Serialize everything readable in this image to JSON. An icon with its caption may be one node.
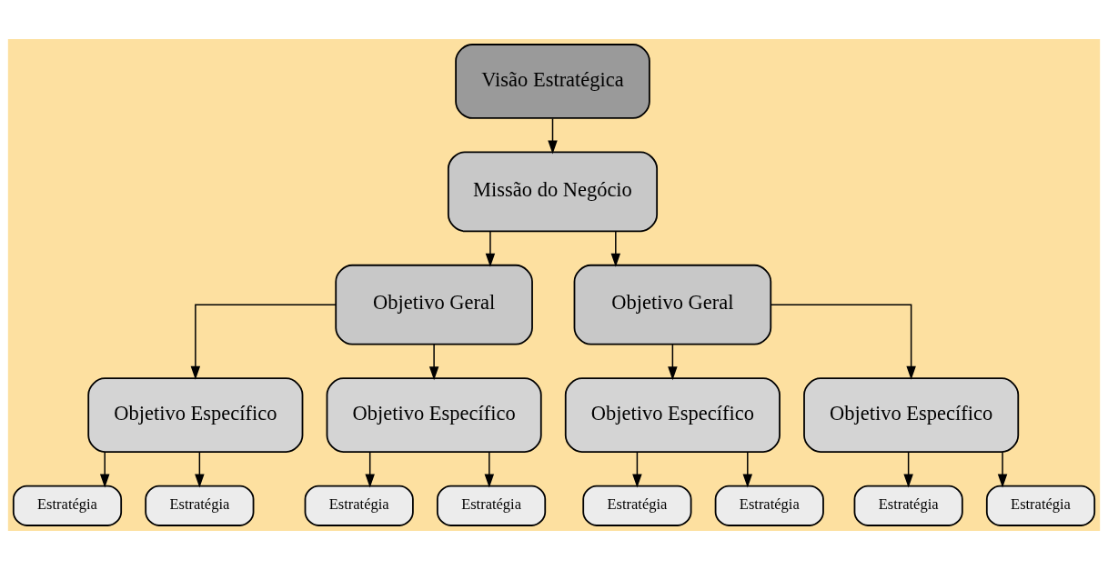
{
  "diagram": {
    "nodes": [
      {
        "text": [
          "Visão Estratégica"
        ]
      },
      {
        "text": [
          "Missão do Negócio"
        ]
      },
      {
        "text": [
          "Objetivo Geral"
        ]
      },
      {
        "text": [
          "Objetivo Geral"
        ]
      },
      {
        "text": [
          "Objetivo Específico"
        ]
      },
      {
        "text": [
          "Objetivo Específico"
        ]
      },
      {
        "text": [
          "Objetivo Específico"
        ]
      },
      {
        "text": [
          "Objetivo Específico"
        ]
      },
      {
        "text": [
          "Estratégia"
        ]
      },
      {
        "text": [
          "Estratégia"
        ]
      },
      {
        "text": [
          "Estratégia"
        ]
      },
      {
        "text": [
          "Estratégia"
        ]
      },
      {
        "text": [
          "Estratégia"
        ]
      },
      {
        "text": [
          "Estratégia"
        ]
      },
      {
        "text": [
          "Estratégia"
        ]
      },
      {
        "text": [
          "Estratégia"
        ]
      }
    ],
    "edges": [
      {
        "from": 0,
        "to": 1,
        "arrow": "to"
      },
      {
        "from": 1,
        "to": 2,
        "arrow": "to"
      },
      {
        "from": 1,
        "to": 3,
        "arrow": "to"
      },
      {
        "from": 2,
        "to": 4,
        "arrow": "to"
      },
      {
        "from": 2,
        "to": 5,
        "arrow": "to"
      },
      {
        "from": 3,
        "to": 6,
        "arrow": "to"
      },
      {
        "from": 3,
        "to": 7,
        "arrow": "to"
      },
      {
        "from": 4,
        "to": 8,
        "arrow": "to"
      },
      {
        "from": 4,
        "to": 9,
        "arrow": "to"
      },
      {
        "from": 5,
        "to": 10,
        "arrow": "to"
      },
      {
        "from": 5,
        "to": 11,
        "arrow": "to"
      },
      {
        "from": 6,
        "to": 12,
        "arrow": "to"
      },
      {
        "from": 6,
        "to": 13,
        "arrow": "to"
      },
      {
        "from": 7,
        "to": 14,
        "arrow": "to"
      },
      {
        "from": 7,
        "to": 15,
        "arrow": "to"
      }
    ]
  }
}
